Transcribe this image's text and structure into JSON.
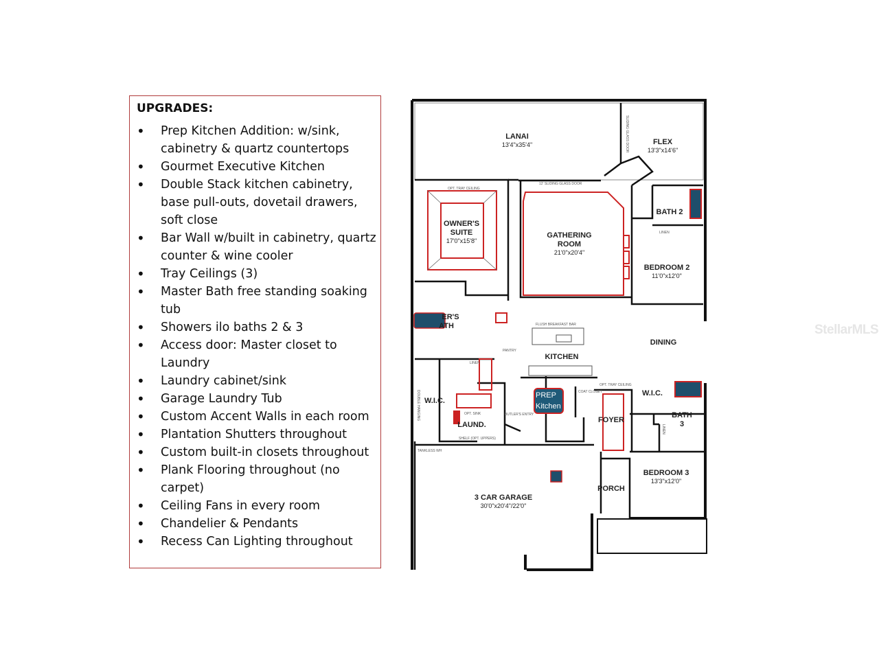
{
  "upgrades": {
    "title": "UPGRADES:",
    "items": [
      "Prep Kitchen Addition:  w/sink, cabinetry & quartz countertops",
      "Gourmet Executive Kitchen",
      "Double Stack kitchen cabinetry, base pull-outs, dovetail drawers, soft close",
      "Bar Wall w/built in cabinetry, quartz counter & wine cooler",
      "Tray Ceilings (3)",
      "Master Bath free standing soaking tub",
      "Showers ilo baths 2 & 3",
      "Access door: Master closet to Laundry",
      "Laundry cabinet/sink",
      "Garage Laundry Tub",
      "Custom Accent Walls in each room",
      "Plantation Shutters throughout",
      "Custom built-in closets throughout",
      "Plank Flooring throughout (no carpet)",
      "Ceiling Fans in every room",
      "Chandelier & Pendants",
      "Recess Can Lighting throughout"
    ]
  },
  "floorplan": {
    "rooms": {
      "lanai": {
        "name": "LANAI",
        "dims": "13'4\"x35'4\""
      },
      "flex": {
        "name": "FLEX",
        "dims": "13'3\"x14'6\""
      },
      "owners_suite": {
        "name_line1": "OWNER'S",
        "name_line2": "SUITE",
        "dims": "17'0\"x15'8\""
      },
      "gathering_room": {
        "name_line1": "GATHERING",
        "name_line2": "ROOM",
        "dims": "21'0\"x20'4\""
      },
      "bath2": {
        "name": "BATH 2"
      },
      "bedroom2": {
        "name": "BEDROOM 2",
        "dims": "11'0\"x12'0\""
      },
      "owners_bath": {
        "name_line1": "ER'S",
        "name_line2": "ATH"
      },
      "dining": {
        "name": "DINING"
      },
      "kitchen": {
        "name": "KITCHEN"
      },
      "wic_left": {
        "name": "W.I.C."
      },
      "laundry": {
        "name": "LAUND."
      },
      "prep_kitchen": {
        "line1": "PREP",
        "line2": "Kitchen"
      },
      "foyer": {
        "name": "FOYER"
      },
      "wic_right": {
        "name": "W.I.C."
      },
      "bath3": {
        "name_line1": "BATH",
        "name_line2": "3"
      },
      "garage": {
        "name": "3 CAR GARAGE",
        "dims": "30'0\"x20'4\"/22'0\""
      },
      "porch": {
        "name": "PORCH"
      },
      "bedroom3": {
        "name": "BEDROOM 3",
        "dims": "13'3\"x12'0\""
      }
    },
    "small_notes": {
      "opt_tray_ceiling": "OPT. TRAY CEILING",
      "sliding_doors": "12' SLIDING GLASS DOOR",
      "sliding_glass_door_v": "SLIDING GLASS DOOR",
      "linen1": "LINEN",
      "linen2": "LINEN",
      "linen3": "LINEN",
      "pantry": "PANTRY",
      "coat_closet": "COAT CLOSET",
      "opt_tray_ceiling2": "OPT. TRAY CEILING",
      "double_rod": "DOUBLE HANGING",
      "tankless": "TANKLESS WH",
      "butlers": "BUTLER'S ENTRY",
      "shelf": "SHELF (OPT. UPPERS)",
      "opt_sink": "OPT. SINK",
      "flush_breakfast": "FLUSH BREAKFAST BAR"
    },
    "colors": {
      "wall": "#111111",
      "upgrade_outline": "#cc2222",
      "fixture_fill": "#1f4e6b",
      "prep_fill": "#1f5a78"
    }
  },
  "watermark": "StellarMLS"
}
